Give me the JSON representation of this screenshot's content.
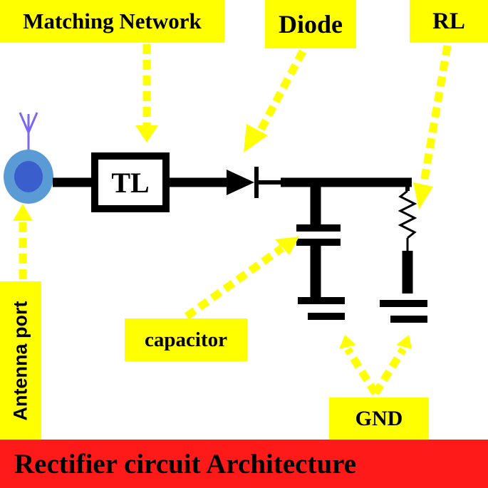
{
  "title": "Rectifier circuit Architecture",
  "labels": {
    "matching_network": "Matching Network",
    "diode": "Diode",
    "rl": "RL",
    "capacitor": "capacitor",
    "gnd": "GND",
    "antenna_port": "Antenna port",
    "tl_block": "TL"
  },
  "colors": {
    "label_background": "#ffff00",
    "title_background": "#ff1a1a",
    "arrow": "#ffff00",
    "wire": "#000000",
    "antenna_outer": "#5b9bd5",
    "antenna_inner": "#3a5fcd",
    "antenna_symbol": "#7b68ee"
  },
  "icons": {
    "antenna": "antenna-icon",
    "diode": "diode-symbol",
    "resistor": "resistor-symbol",
    "capacitor": "capacitor-symbol",
    "ground": "ground-symbol"
  }
}
